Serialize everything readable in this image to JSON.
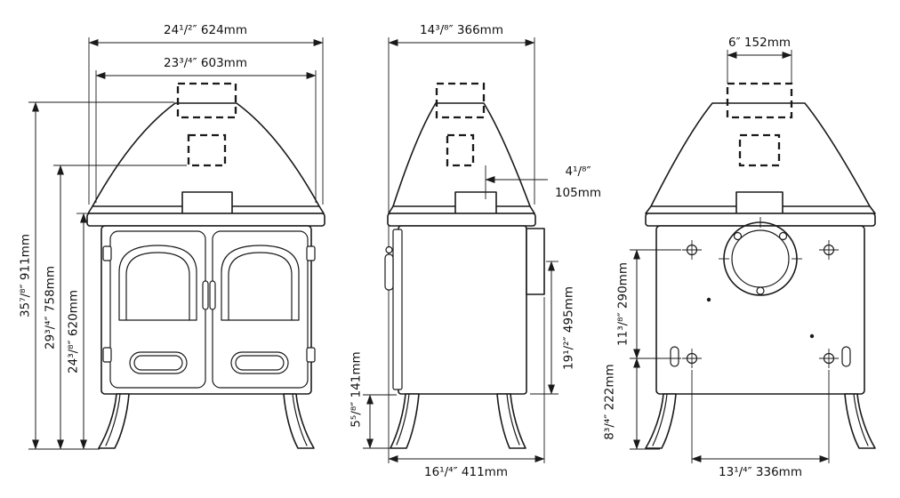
{
  "drawing": {
    "background": "#ffffff",
    "line_color": "#1a1a1a",
    "views": {
      "front": {
        "width_overall": "24¹/²″ 624mm",
        "width_top_plate": "23³/⁴″ 603mm",
        "height_overall": "35⁷/⁸″ 911mm",
        "height_to_flue_spigot": "29³/⁴″ 758mm",
        "height_to_top_plate": "24³/⁸″ 620mm"
      },
      "side": {
        "depth_canopy": "14³/⁸″ 366mm",
        "flue_offset_inches": "4¹/⁸″",
        "flue_offset_mm": "105mm",
        "rear_flue_centre_height": "19¹/²″ 495mm",
        "base_clearance_height": "5⁵/⁸″ 141mm",
        "depth_overall": "16¹/⁴″ 411mm"
      },
      "rear": {
        "flue_width": "6″ 152mm",
        "fixing_centres_vertical": "11³/⁸″ 290mm",
        "fixing_height_lower": "8³/⁴″ 222mm",
        "fixing_centres_horizontal": "13¹/⁴″ 336mm"
      }
    }
  }
}
